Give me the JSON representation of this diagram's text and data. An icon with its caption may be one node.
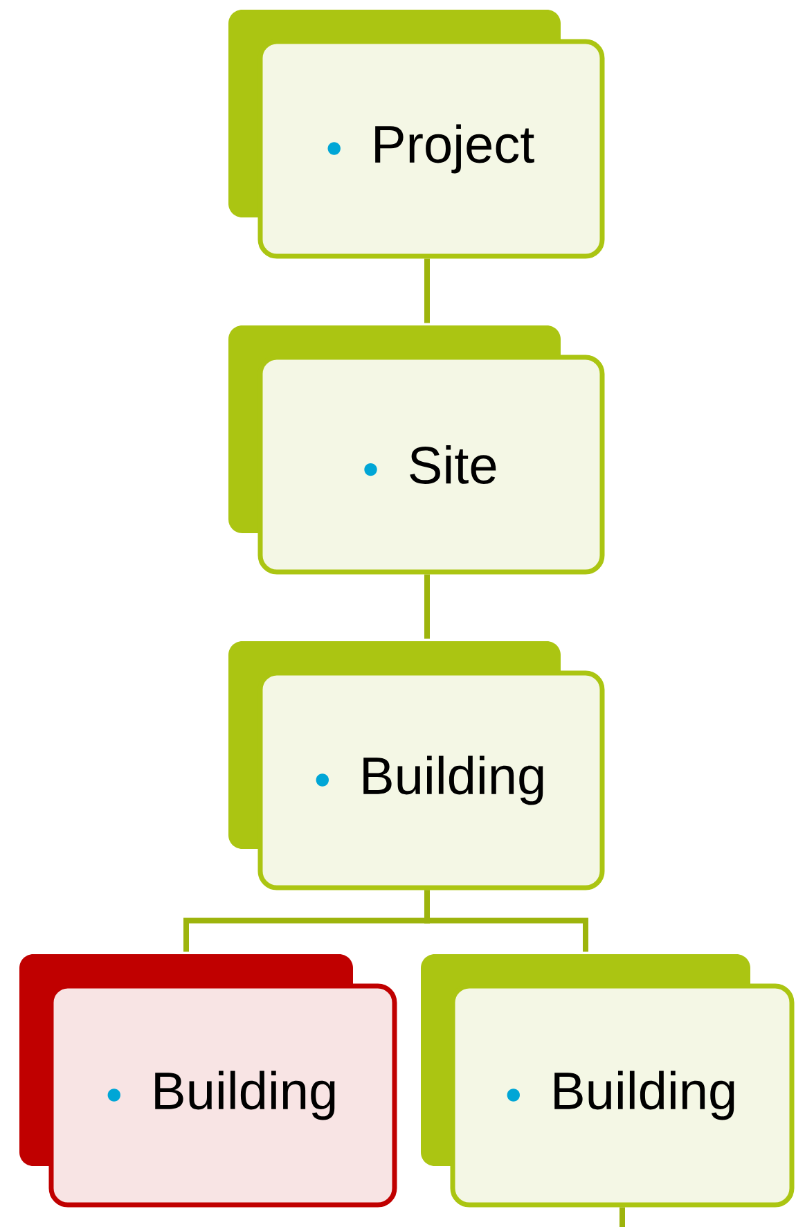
{
  "diagram": {
    "nodes": [
      {
        "text": [
          "Project"
        ]
      },
      {
        "text": [
          "Site"
        ]
      },
      {
        "text": [
          "Building"
        ]
      },
      {
        "text": [
          "Building"
        ]
      },
      {
        "text": [
          "Building"
        ]
      }
    ],
    "edges": [
      {
        "from": 0,
        "to": 1,
        "arrow": "none"
      },
      {
        "from": 1,
        "to": 2,
        "arrow": "none"
      },
      {
        "from": 2,
        "to": 3,
        "arrow": "none"
      },
      {
        "from": 2,
        "to": 4,
        "arrow": "none"
      },
      {
        "from": 4,
        "to": null,
        "arrow": "none"
      }
    ]
  }
}
